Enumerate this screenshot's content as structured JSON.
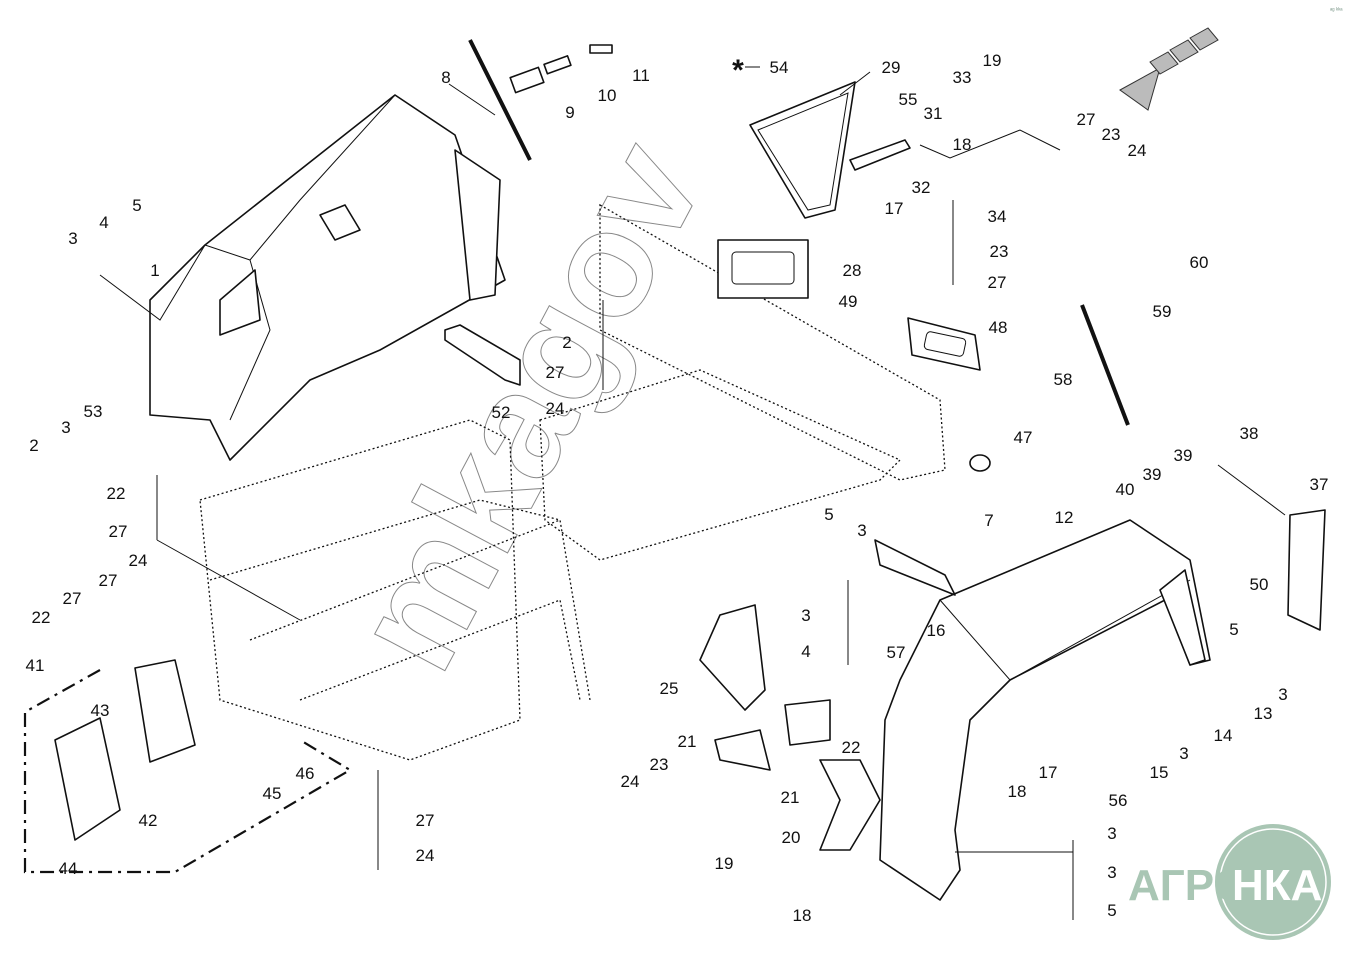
{
  "diagram": {
    "labels": [
      "1",
      "2",
      "3",
      "4",
      "5",
      "3",
      "53",
      "22",
      "27",
      "24",
      "27",
      "27",
      "22",
      "41",
      "43",
      "42",
      "44",
      "45",
      "46",
      "27",
      "24",
      "8",
      "9",
      "10",
      "11",
      "54",
      "29",
      "55",
      "31",
      "18",
      "33",
      "19",
      "27",
      "23",
      "24",
      "32",
      "17",
      "34",
      "23",
      "27",
      "28",
      "49",
      "48",
      "60",
      "59",
      "58",
      "47",
      "2",
      "27",
      "24",
      "52",
      "38",
      "39",
      "39",
      "40",
      "37",
      "12",
      "50",
      "5",
      "3",
      "7",
      "16",
      "3",
      "4",
      "57",
      "5",
      "3",
      "13",
      "14",
      "3",
      "15",
      "17",
      "18",
      "25",
      "21",
      "22",
      "23",
      "24",
      "21",
      "20",
      "19",
      "18",
      "56",
      "3",
      "3",
      "5"
    ],
    "asterisk": "*",
    "watermark": "mkagov",
    "corner_mark": "ᵃᵍ ᵏᵏᵃ",
    "logo": {
      "left": "АГРО",
      "right": "НКА",
      "color": "#a9c6b4"
    }
  }
}
